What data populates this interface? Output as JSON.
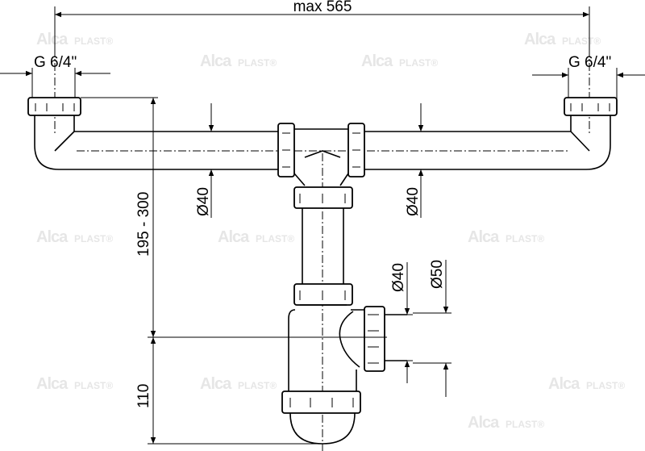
{
  "drawing": {
    "overall_width_label": "max 565",
    "inlet_thread_left": "G 6/4\"",
    "inlet_thread_right": "G 6/4\"",
    "pipe_diameter_left": "Ø40",
    "pipe_diameter_right": "Ø40",
    "outlet_diameter_inner": "Ø40",
    "outlet_diameter_outer": "Ø50",
    "height_range_label": "195 - 300",
    "trap_height_label": "110"
  },
  "watermark": {
    "brand_a": "Alca",
    "brand_b": "PLAST®"
  }
}
